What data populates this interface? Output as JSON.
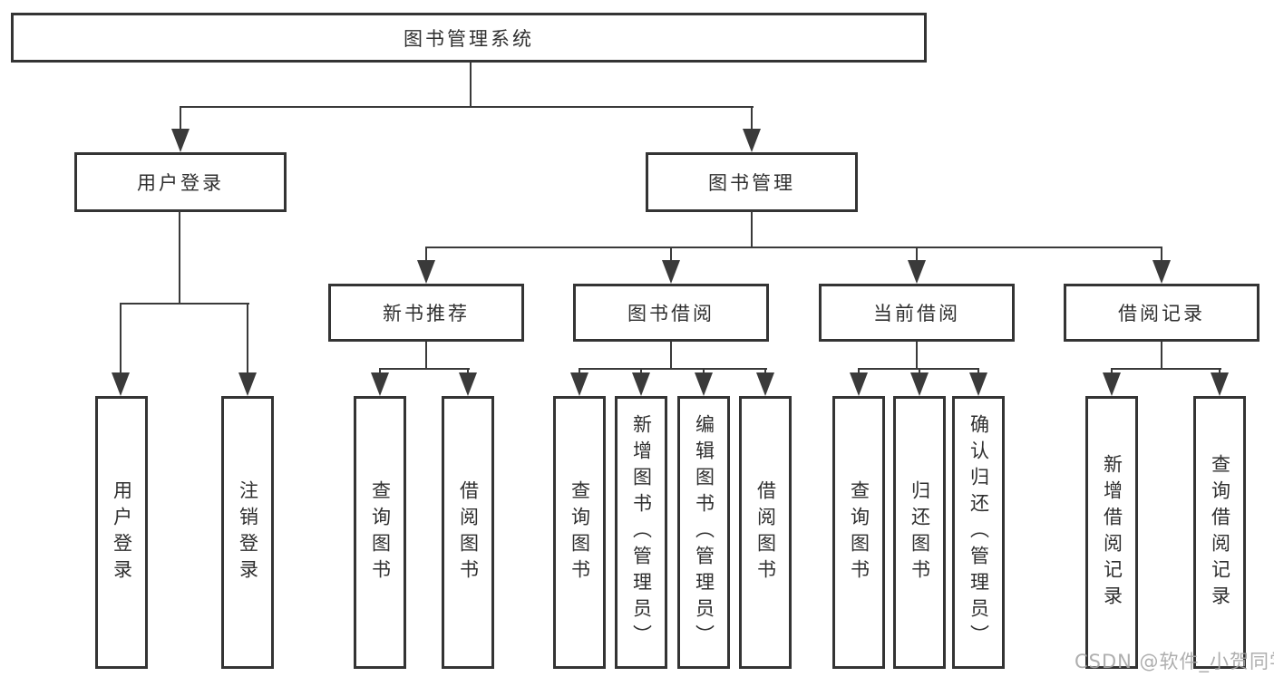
{
  "tree": {
    "root": {
      "label": "图书管理系统",
      "children": [
        {
          "label": "用户登录",
          "children": [
            {
              "label": "用户登录"
            },
            {
              "label": "注销登录"
            }
          ]
        },
        {
          "label": "图书管理",
          "children": [
            {
              "label": "新书推荐",
              "children": [
                {
                  "label": "查询图书"
                },
                {
                  "label": "借阅图书"
                }
              ]
            },
            {
              "label": "图书借阅",
              "children": [
                {
                  "label": "查询图书"
                },
                {
                  "label": "新增图书（管理员）"
                },
                {
                  "label": "编辑图书（管理员）"
                },
                {
                  "label": "借阅图书"
                }
              ]
            },
            {
              "label": "当前借阅",
              "children": [
                {
                  "label": "查询图书"
                },
                {
                  "label": "归还图书"
                },
                {
                  "label": "确认归还（管理员）"
                }
              ]
            },
            {
              "label": "借阅记录",
              "children": [
                {
                  "label": "新增借阅记录"
                },
                {
                  "label": "查询借阅记录"
                }
              ]
            }
          ]
        }
      ]
    }
  },
  "watermark": {
    "text": "CSDN @软件_小贺同学"
  },
  "colors": {
    "line": "#3a3a3a",
    "box_border": "#343434",
    "text": "#2f2f2f",
    "watermark": "#a5a5a5",
    "background": "#ffffff"
  }
}
